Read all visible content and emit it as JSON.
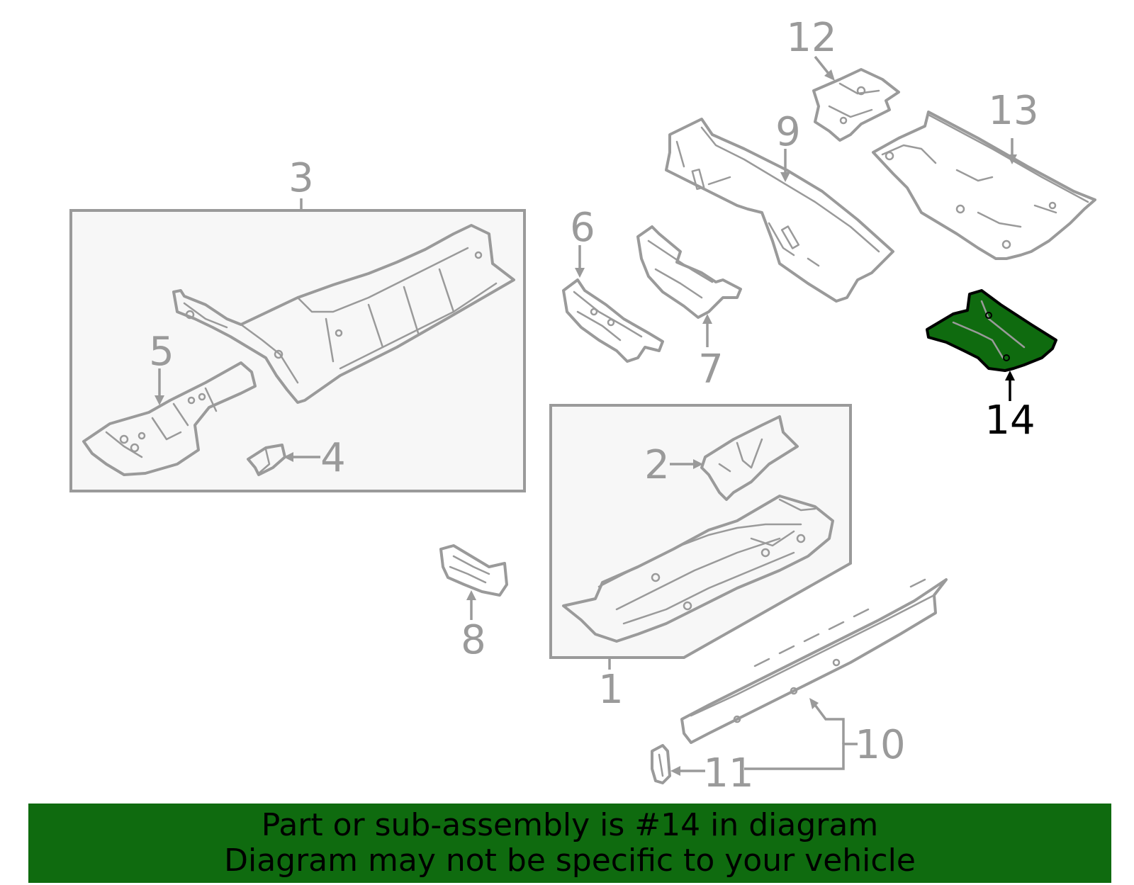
{
  "colors": {
    "line": "#9a9a9a",
    "highlight_fill": "#0f6b0f",
    "highlight_stroke": "#000000",
    "banner_bg": "#0f6b0f",
    "banner_text": "#000000",
    "group_box_fill": "#f7f7f7"
  },
  "callouts": {
    "c1": "1",
    "c2": "2",
    "c3": "3",
    "c4": "4",
    "c5": "5",
    "c6": "6",
    "c7": "7",
    "c8": "8",
    "c9": "9",
    "c10": "10",
    "c11": "11",
    "c12": "12",
    "c13": "13",
    "c14": "14"
  },
  "highlighted_part": "14",
  "banner": {
    "line1": "Part or sub-assembly is #14 in diagram",
    "line2": "Diagram may not be specific to your vehicle"
  }
}
